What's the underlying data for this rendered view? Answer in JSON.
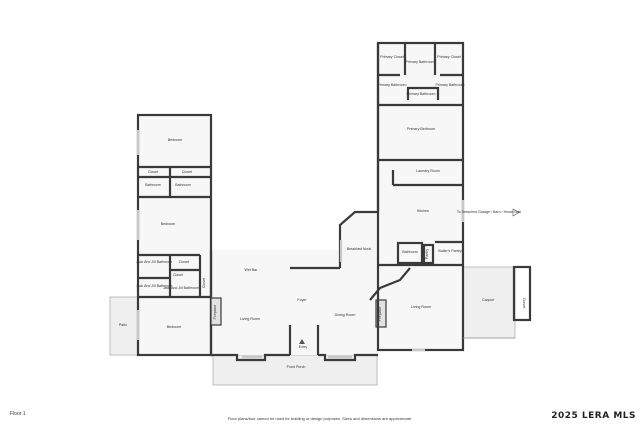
{
  "floor_label": "Floor 1",
  "disclaimer": "Floor plans/tour cannot be used for building or design purposes. Sizes and dimensions are approximate.",
  "watermark": "2025 LERA MLS",
  "rooms": {
    "primary_closet_left": "Primary Closet",
    "primary_bathroom_top": "Primary Bathroom",
    "primary_closet_right": "Primary Closet",
    "primary_bathroom_left": "Primary Bathroom",
    "primary_bathroom_center": "Primary Bathroom",
    "primary_bathroom_right": "Primary Bathroom",
    "primary_bedroom": "Primary Bedroom",
    "laundry_room": "Laundry Room",
    "kitchen": "Kitchen",
    "garage_note": "To Detached Garage / Barn / Horse Stall",
    "breakfast_nook": "Breakfast Nook",
    "bathroom_kitchen": "Bathroom",
    "pantry": "Pantry",
    "butlers_pantry": "Butler's Pantry",
    "bedroom_top": "Bedroom",
    "closet_1": "Closet",
    "closet_2": "Closet",
    "bathroom_1": "Bathroom",
    "bathroom_2": "Bathroom",
    "bedroom_middle": "Bedroom",
    "jj_bathroom_1": "Jack And Jill Bathroom",
    "closet_3": "Closet",
    "closet_4": "Closet",
    "jj_bathroom_2": "Jack And Jill Bathroom",
    "jj_bathroom_3": "Jack And Jill Bathroom",
    "closet_5": "Closet",
    "patio": "Patio",
    "bedroom_bottom": "Bedroom",
    "wet_bar": "Wet Bar",
    "living_room_left": "Living Room",
    "fireplace_left": "Fireplace",
    "foyer": "Foyer",
    "entry": "Entry",
    "dining_room": "Dining Room",
    "fireplace_right": "Fireplace",
    "living_room_right": "Living Room",
    "carport": "Carport",
    "closet_carport": "Closet",
    "front_porch": "Front Porch"
  }
}
